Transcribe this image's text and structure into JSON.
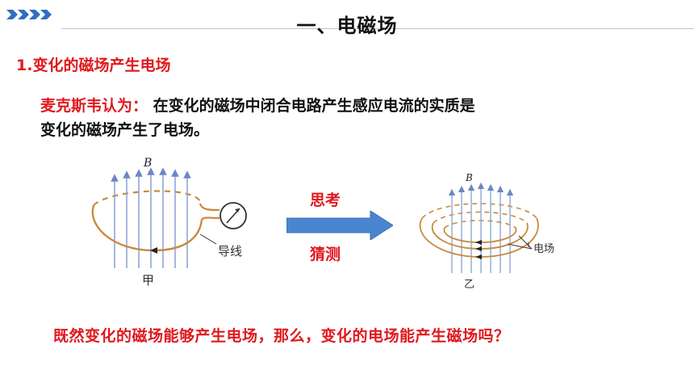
{
  "header": {
    "title": "一、电磁场"
  },
  "section": {
    "subtitle": "1.变化的磁场产生电场"
  },
  "paragraph": {
    "speaker": "麦克斯韦认为：",
    "line1_rest": "在变化的磁场中闭合电路产生感应电流的实质是",
    "line2": "变化的磁场产生了电场。"
  },
  "figure_left": {
    "b_label": "B",
    "wire_label": "导线",
    "caption": "甲"
  },
  "middle": {
    "think": "思考",
    "guess": "猜测"
  },
  "figure_right": {
    "b_label": "B",
    "field_label": "电场",
    "caption": "乙"
  },
  "question": "既然变化的磁场能够产生电场，那么，变化的电场能产生磁场吗？",
  "colors": {
    "accent_red": "#e0191e",
    "arrow_blue": "#4a86d0",
    "wire_orange": "#c98a3c",
    "field_line_blue": "#8fa7d6"
  }
}
